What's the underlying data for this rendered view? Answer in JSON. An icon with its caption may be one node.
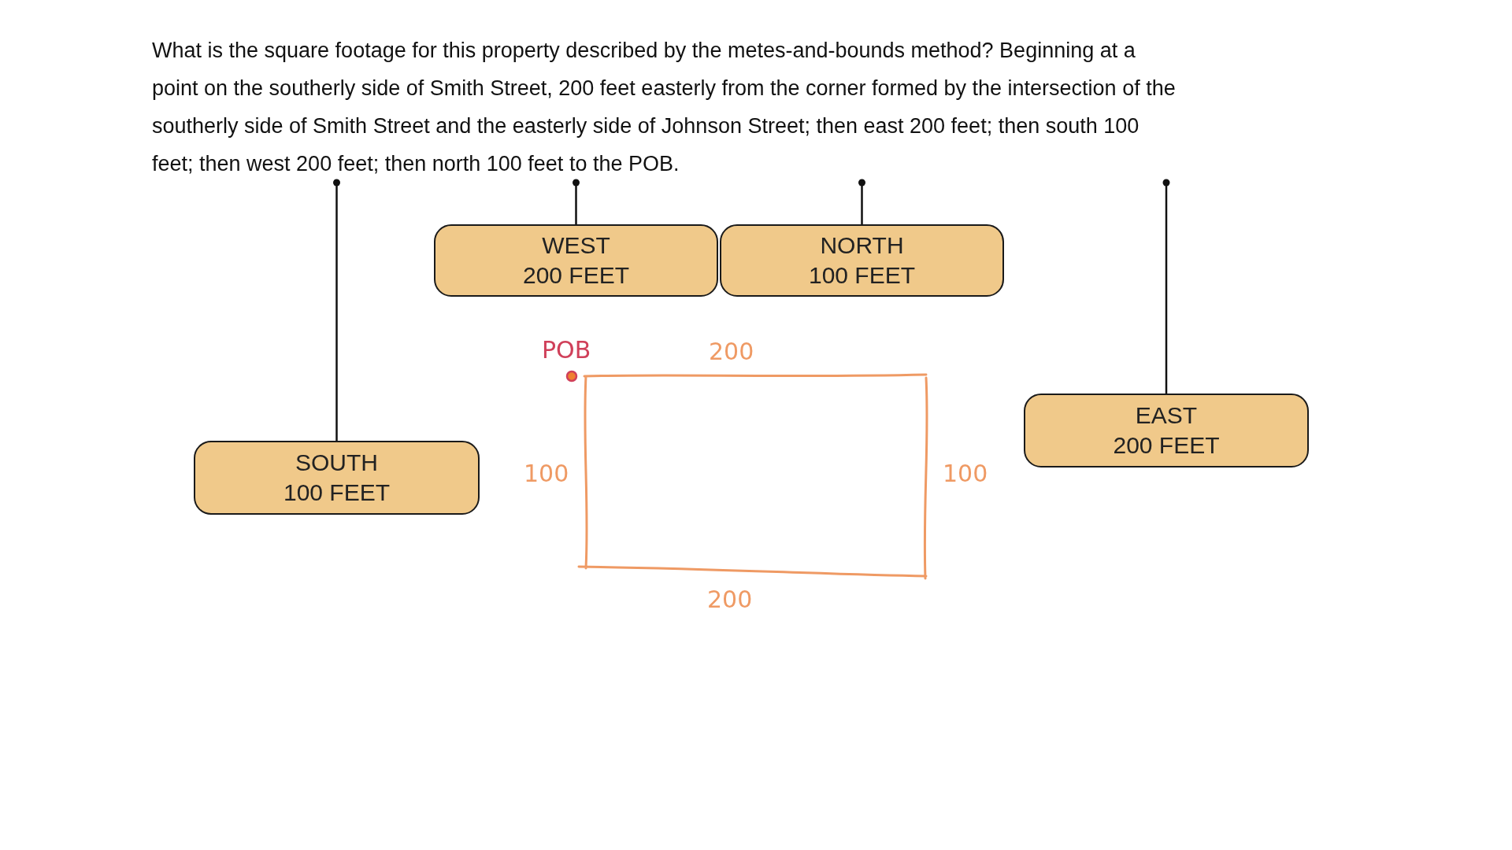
{
  "diagram": {
    "nodes": [
      {
        "text": [
          "What is the square footage for this property described by the metes-and-bounds method? Beginning at a point on the southerly side of Smith Street, 200 feet easterly from the corner formed by the intersection of the southerly side of Smith Street and the easterly side of Johnson Street; then east 200 feet; then south 100 feet; then west 200 feet; then north 100 feet to the POB."
        ]
      },
      {
        "text": [
          "WEST",
          "200 FEET"
        ]
      },
      {
        "text": [
          "NORTH",
          "100 FEET"
        ]
      },
      {
        "text": [
          "SOUTH",
          "100 FEET"
        ]
      },
      {
        "text": [
          "EAST",
          "200 FEET"
        ]
      }
    ],
    "edges": [
      {
        "from": 1,
        "to": 0,
        "arrow": "other"
      },
      {
        "from": 2,
        "to": 0,
        "arrow": "other"
      },
      {
        "from": 3,
        "to": 0,
        "arrow": "other"
      },
      {
        "from": 4,
        "to": 0,
        "arrow": "other"
      }
    ],
    "labels": [
      "POB",
      "200",
      "100",
      "100",
      "200"
    ]
  }
}
